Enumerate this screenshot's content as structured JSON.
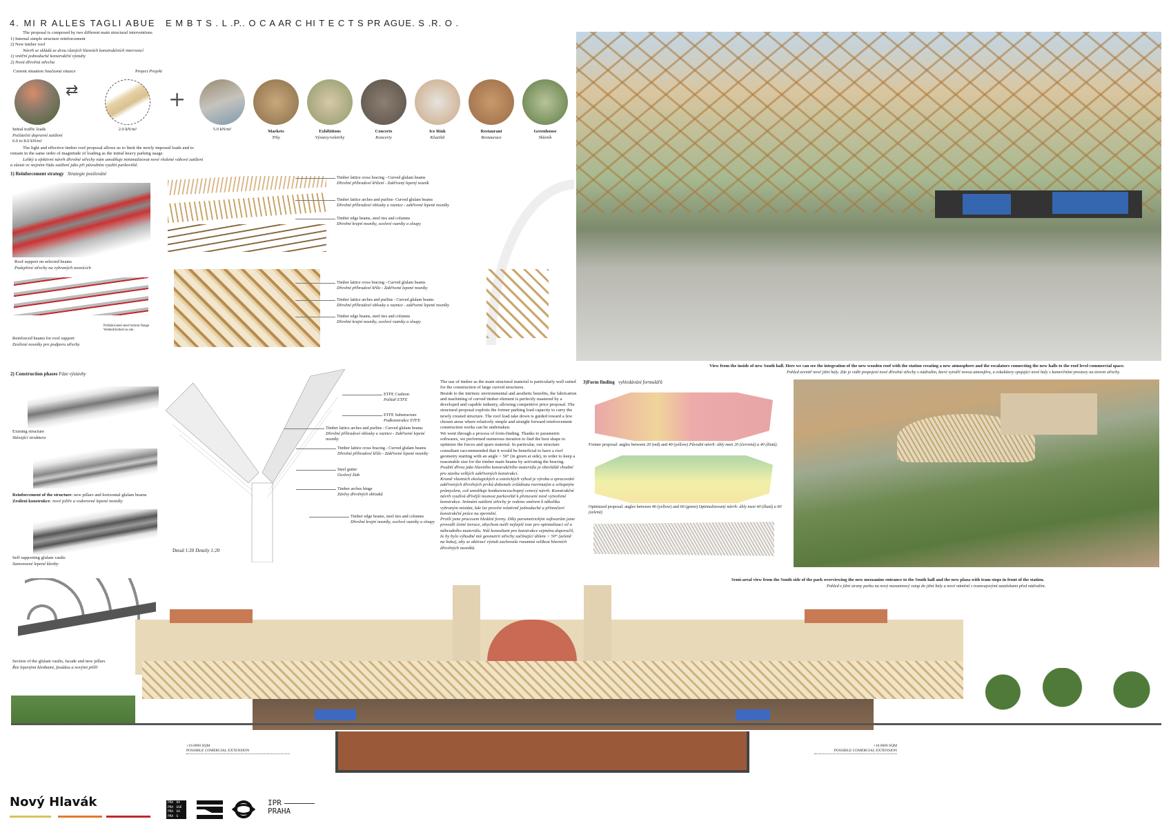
{
  "header": {
    "title_left": "4. MI R ALLES TAGLI ABUE",
    "title_right": "E M B T  S . L .P.. O C   A  AR   C HI  T E C T S PR    AGUE. S .R.     O ."
  },
  "intro": {
    "en_lead": "The proposal is composed by two different main structural interventions",
    "en_1": "1) Internal simple structure reinforcement",
    "en_2": "2) New timber roof",
    "cz_lead": "Návrh se skládá ze dvou různých hlavních konstrukčních intervencí",
    "cz_1": "1) vnitřní jednoduché konstrukční výztuhy",
    "cz_2": "2) Nová dřevěná střecha",
    "current": "Current situation",
    "current_cz": "Současná situace",
    "project": "Project",
    "project_cz": "Projekt"
  },
  "loads": {
    "initial": "Initial traffic loads",
    "initial_cz": "Počáteční dopravní zatížení",
    "initial_val": "6.0 to 8.0 kN/m²",
    "roof_val": "2.0 kN/m²",
    "uses_val": "5.0 kN/m²"
  },
  "uses": [
    {
      "en": "Markets",
      "cz": "Trhy"
    },
    {
      "en": "Exhibitions",
      "cz": "Výstavy/veletrhy"
    },
    {
      "en": "Concerts",
      "cz": "Koncerty"
    },
    {
      "en": "Ice Rink",
      "cz": "Kluziště"
    },
    {
      "en": "Restaurant",
      "cz": "Restaurace"
    },
    {
      "en": "Greenhouse",
      "cz": "Skleník"
    }
  ],
  "loads_para": {
    "en": "The light and effective timber roof proposal allows us to limit the newly imposed loads and to remain in the same order of magnitude of loading as the initial heavy parking usage.",
    "cz": "Lehký a efektivní návrh dřevěné střechy nám umožňuje minimalizovat nové vložené váhové zatížení a zůstat ve stejném řádu zatížení jako při původním využití parkoviště."
  },
  "reinforcement": {
    "title": "1) Reinforcement strategy",
    "title_cz": "Strategie posilování",
    "roof_support": "Roof support on selected beams",
    "roof_support_cz": "Podepření střechy na vybraných nosnících",
    "flange": "Prefabricated steel bottom flange",
    "flange2": "Welded/bolted on site",
    "beams": "Reinforced beams for roof support",
    "beams_cz": "Zesílené nosníky pro podporu střechy"
  },
  "exploded_labels": [
    {
      "en": "Timber lattice cross bracing - Curved glulam beams",
      "cz": "Dřevěné příhradové křížení - Zakřivený lepený nosník"
    },
    {
      "en": "Timber lattice arches and purlins- Curved glulam beams",
      "cz": "Dřevěné příhradové oblouky a vaznice - zakřivené lepené nosníky"
    },
    {
      "en": "Timber edge beams, steel ties and columns",
      "cz": "Dřevěné krajní nosníky, ocelové vazníky a sloupy"
    }
  ],
  "lattice_labels": [
    {
      "en": "Timber lattice cross bracing - Curved glulam beams",
      "cz": "Dřevěné příhradové kříže - Zakřivené lepené nosníky"
    },
    {
      "en": "Timber lattice arches and purlins - Curved glulam beams",
      "cz": "Dřevěné příhradové oblouky a vaznice - zakřivené lepené nosníky"
    },
    {
      "en": "Timber edge beams, steel ties and columns",
      "cz": "Dřevěné krajní nosníky, ocelové vazníky a sloupy"
    }
  ],
  "hero_caption": {
    "en": "View from the inside of new South hall. Here we can see the integration of the new wooden roof with the station creating a new atmosphere and the escalators connecting the new halls to the roof level commercial space.",
    "cz": "Pohled zevnitř nové jižní haly. Zde je vidět propojení nové dřevěné střechy s nádražím, které vytváří novou atmosféru, a eskalátory spojující nové haly s komerčními prostory na úrovni střechy."
  },
  "phases": {
    "title": "2) Construction phases",
    "title_cz": "Fáze výstavby",
    "p1": "Existing structure",
    "p1_cz": "Stávající struktura",
    "p2_b": "Reinforcement of the structure",
    "p2": ": new pillars and horizontal glulam beams",
    "p2cz_b": "Zesílení konstrukce",
    "p2_cz": ": nové pilíře a vodorovné lepené nosníky",
    "p3": "Self supporting glulam vaults",
    "p3_cz": "Samonosné lepené klenby"
  },
  "detail": {
    "title": "Detail 1:20",
    "title_cz": "Detaily 1:20",
    "labels": [
      {
        "en": "ETFE Cushion",
        "cz": "Polštář ETFE"
      },
      {
        "en": "ETFE Substructure",
        "cz": "Podkonstrukce ETFE"
      },
      {
        "en": "Timber lattice arches and purlins - Curved glulam beams",
        "cz": "Dřevěné příhradové oblouky a vaznice - Zakřivené lepené nosníky"
      },
      {
        "en": "Timber lattice cross bracing - Curved glulam beams",
        "cz": "Dřevěné příhradové kříže - Zakřivené lepené nosníky"
      },
      {
        "en": "Steel gutter",
        "cz": "Ocelový žlab"
      },
      {
        "en": "Timber arches hinge",
        "cz": "Závěsy dřevěných oblouků"
      },
      {
        "en": "Timber edge beams, steel ties and columns",
        "cz": "Dřevěné krajní nosníky, ocelové vazníky a sloupy"
      }
    ]
  },
  "body_text": {
    "en1": "The use of timber as the main structural material is particularly well suited for the construction of large curved structures.",
    "en2": "Beside to the intrinsic environmental and aesthetic benefits, the fabrication and machining of curved timber element is perfectly mastered by a developed and capable industry, allowing competitive price proposal. The structural proposal exploits the former parking load capacity to carry the newly created structure. The roof load take down is guided toward a few chosen areas where relatively simple and straight forward reinforcement construction works can be undertaken.",
    "en3": "We went through a process of form-finding. Thanks to parametric softwares, we performed numerous iteration to find the best shape to optimize the forces and spare material. In particular, our structure consultant raccommended that it would be beneficial to have a roof geometry starting with an angle > 50° (in green at side), in order to keep a reasonable size for the timber main beams by activating the bracing.",
    "cz1": "Použití dřeva jako hlavního konstrukčního materiálu je obzvláště vhodné pro stavbu velkých zakřivených konstrukcí.",
    "cz2": "Kromě vlastních ekologických a estetických výhod je výroba a zpracování zakřivených dřevěných prvků dokonale zvládnuta rozvinutým a schopným průmyslem, což umožňuje konkurenceschopný cenový návrh. Konstrukční návrh využívá dřívější nosnost parkoviště k přenesení nově vytvořené konstrukce. Snímání zatížení střechy je vedeno směrem k několika vybraným místům, kde lze provést relativně jednoduché a přímočaré konstrukční práce na zpevnění.",
    "cz3": "Prošli jsme procesem hledání formy. Díky parametrickým softwarům jsme provedli četné iterace, abychom našli nejlepší tvar pro optimalizaci sil a náhradního materiálu. Náš konzultant pro konstrukce zejména doporučil, že by bylo výhodné mít geometrii střechy začínající úhlem > 50° (zeleně na boku), aby se aktivací výztuh zachovala rozumná velikost hlavních dřevěných nosníků."
  },
  "form_finding": {
    "title": "3)Form finding",
    "title_cz": "vyhledávání formulářů",
    "former": "Former proposal: angles between 20 (red) and 40 (yellow)",
    "former_cz": "Původní návrh: úhly mezi 20 (červená) a 40 (žlutá).",
    "optimized": "Optimized proposal: angles between 40 (yellow) and 60 (green)",
    "optimized_cz": "Optimalizovaný návrh: úhly mezi 40 (žlutá) a 60 (zelená)"
  },
  "aerial_caption": {
    "en": "Semi-areal view from the South side of the park overviewing the new mezzanine entrance to the South hall and the new plaza with tram stops in front of the station.",
    "cz": "Pohled z jižní strany parku na nový mezaninový vstup do jižní haly a nové náměstí s tramvajovými zastávkami před nádražím."
  },
  "section": {
    "caption": "Section of the glulam vaults, facade and new pillars",
    "caption_cz": "Řez lepenými klenbami, fasádou a novými pilíři",
    "ext_area": "+10.0000 SQM",
    "ext_label": "POSSIBLE COMERCIAL EXTENSION"
  },
  "footer": {
    "brand": "Nový Hlavák",
    "praha_logo": [
      "PRA",
      "HA",
      "PRA",
      "GUE",
      "PRA",
      "GA",
      "PRA",
      "G"
    ],
    "ipr_1": "IPR",
    "ipr_2": "PRAHA"
  },
  "colors": {
    "timber": "#c9a56b",
    "red": "#c0262b",
    "orange": "#e07a2a",
    "yellow": "#d8c25a"
  }
}
